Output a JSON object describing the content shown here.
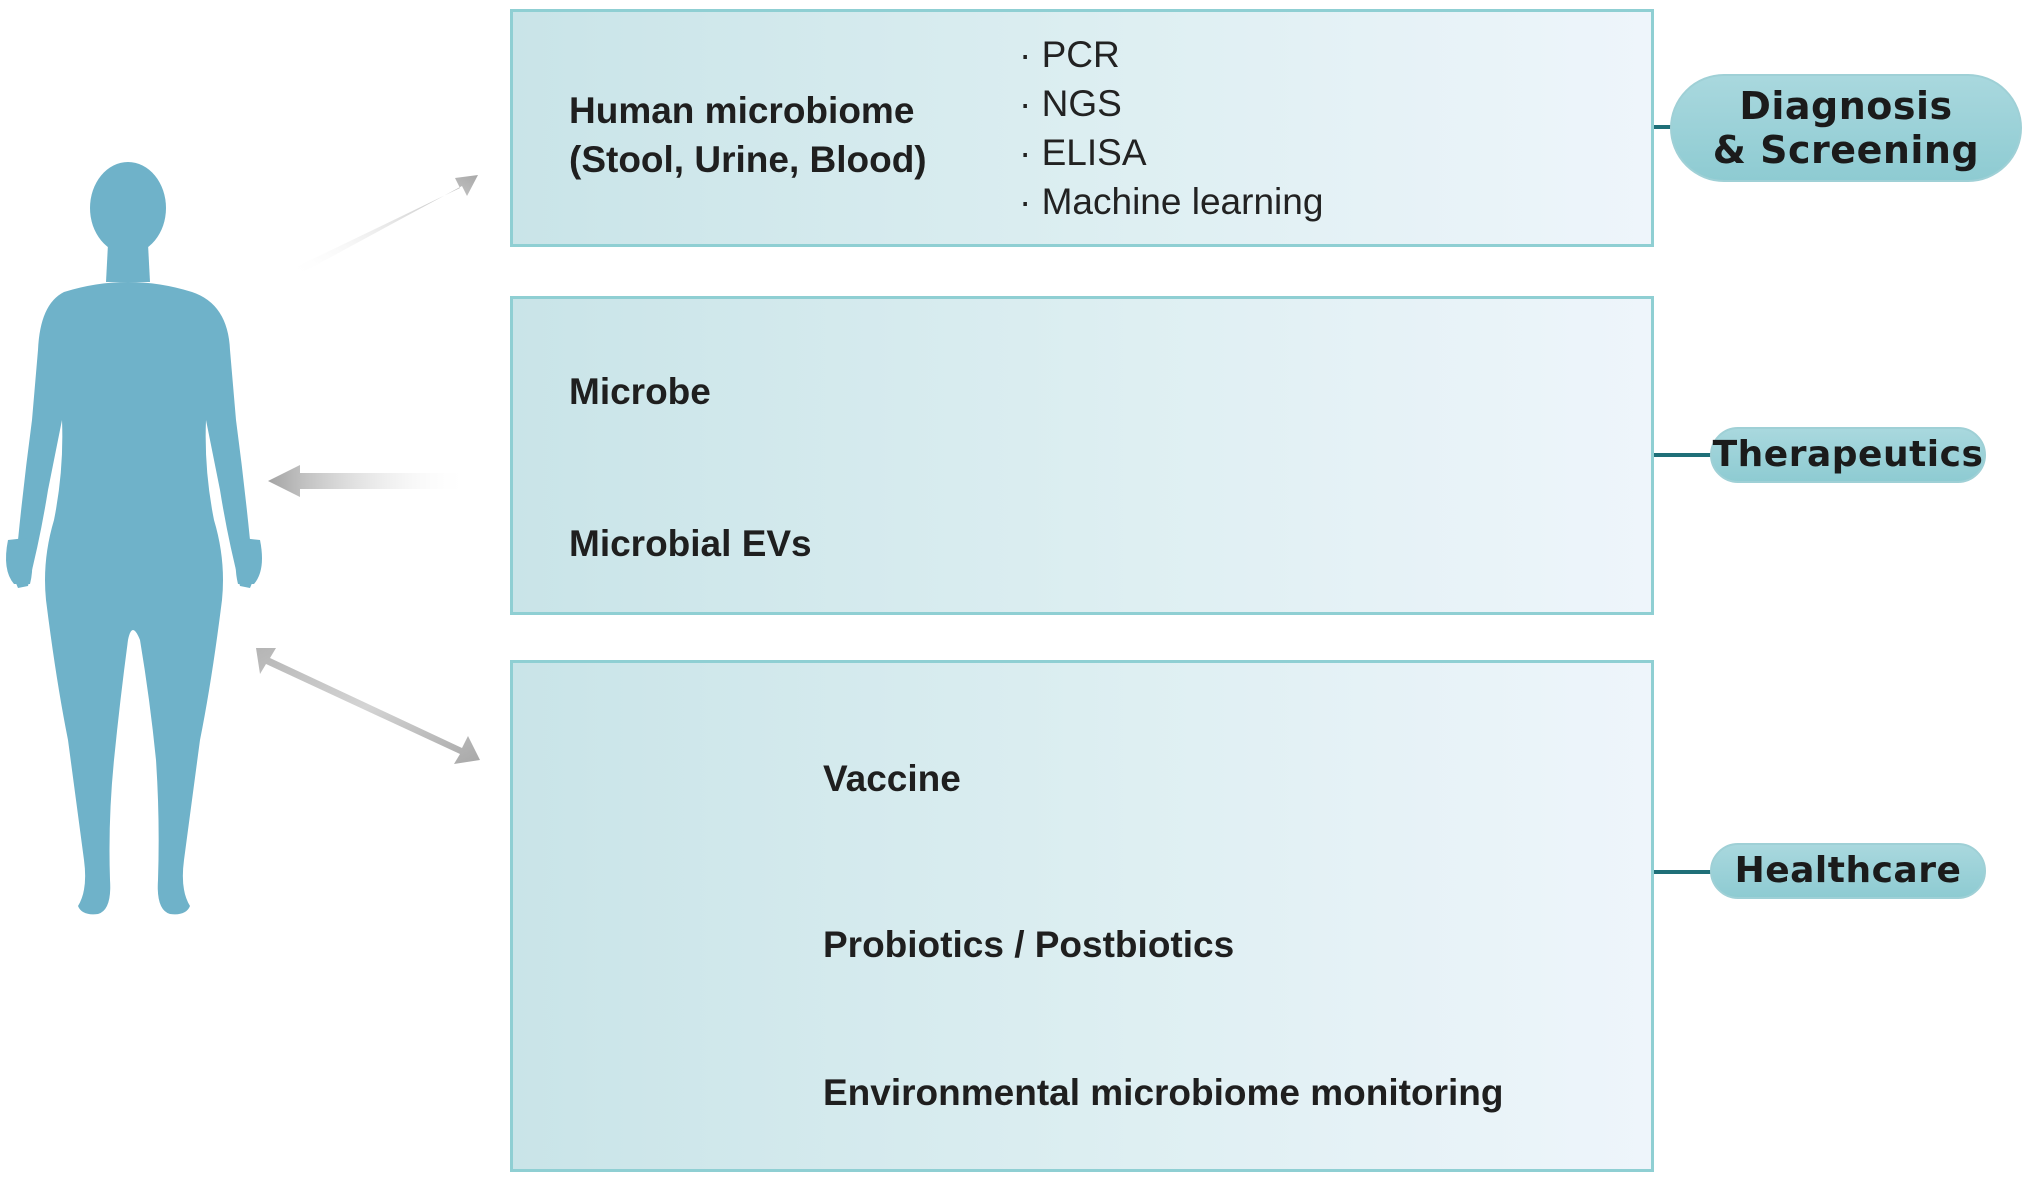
{
  "diagnosis_panel": {
    "heading_line1": "Human microbiome",
    "heading_line2": "(Stool, Urine, Blood)",
    "methods": [
      "PCR",
      "NGS",
      "ELISA",
      "Machine learning"
    ],
    "bullet_mark": "·"
  },
  "therapeutics_panel": {
    "microbe_label": "Microbe",
    "evs_label": "Microbial EVs"
  },
  "healthcare_panel": {
    "items": [
      {
        "label": "Vaccine"
      },
      {
        "label": "Probiotics / Postbiotics"
      },
      {
        "label": "Environmental microbiome monitoring"
      }
    ]
  },
  "outcomes": {
    "diagnosis_line1": "Diagnosis",
    "diagnosis_line2": "& Screening",
    "therapeutics": "Therapeutics",
    "healthcare": "Healthcare"
  },
  "colors": {
    "body_silhouette": "#6fb2c9",
    "panel_border": "#8fcfd3",
    "connector": "#1f6f78",
    "pill": "#9fd2d9",
    "shield": "#1f3f86",
    "bacteria_outline": "#7fb5e0",
    "ev_particle": "#5a6fa8"
  }
}
